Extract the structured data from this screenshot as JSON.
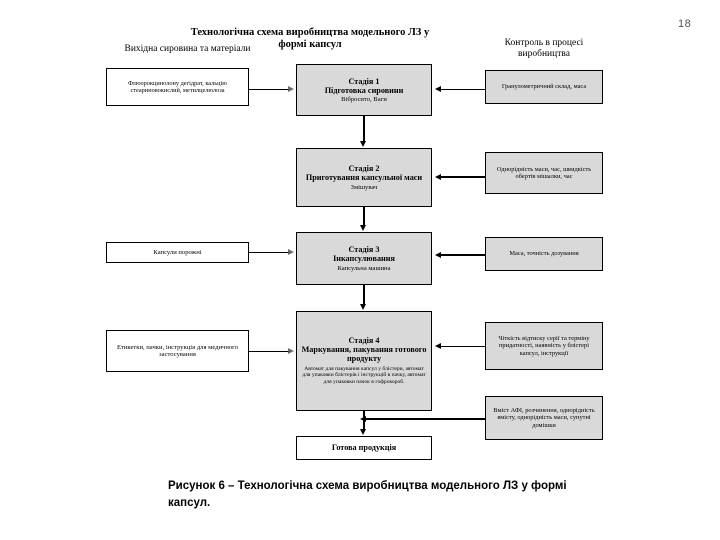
{
  "page": {
    "number": "18"
  },
  "title": "Технологічна схема виробництва модельного ЛЗ у формі капсул",
  "columns": {
    "left_header": "Вихідна сировина та матеріали",
    "right_header": "Контроль в процесі виробництва"
  },
  "inputs": [
    {
      "id": "in-raw",
      "text": "Флюорокцинолону дегідрат, кальцію стеариновокислий, метилцелюлоза"
    },
    {
      "id": "in-caps",
      "text": "Капсули порожні"
    },
    {
      "id": "in-pack",
      "text": "Етикетки, пачки, інструкція для медичного застосування"
    }
  ],
  "stages": [
    {
      "id": "st1",
      "title": "Стадія 1",
      "name": "Підготовка сировини",
      "equipment": "Вібросито, Ваги"
    },
    {
      "id": "st2",
      "title": "Стадія 2",
      "name": "Приготування капсульної маси",
      "equipment": "Змішувач"
    },
    {
      "id": "st3",
      "title": "Стадія 3",
      "name": "Інкапсулювання",
      "equipment": "Капсульна машина"
    },
    {
      "id": "st4",
      "title": "Стадія 4",
      "name": "Маркування, пакування готового продукту",
      "equipment": "Автомат для пакування капсул у блістери, автомат для упаковки блістерів і інструкцій в пачку, автомат для упаковки пачок в гофрокороб."
    }
  ],
  "final": {
    "text": "Готова продукція"
  },
  "controls": [
    {
      "id": "c1",
      "text": "Гранулометричний склад, маса"
    },
    {
      "id": "c2",
      "text": "Однорідність маси, час, швидкість обертів мішалки, час"
    },
    {
      "id": "c3",
      "text": "Маса, точність дозування"
    },
    {
      "id": "c4",
      "text": "Чіткість відтиску серії та терміну придатності, наявність у блістері капсул, інструкції"
    },
    {
      "id": "c5",
      "text": "Вміст АФІ, розчинення, однорідність вмісту, однорідність маси, супутні домішки"
    }
  ],
  "caption": "Рисунок 6 – Технологічна схема виробництва модельного ЛЗ у формі капсул.",
  "colors": {
    "stage_fill": "#d9d9d9",
    "control_fill": "#d9d9d9",
    "input_fill": "#ffffff",
    "line": "#000000",
    "page_bg": "#ffffff"
  }
}
